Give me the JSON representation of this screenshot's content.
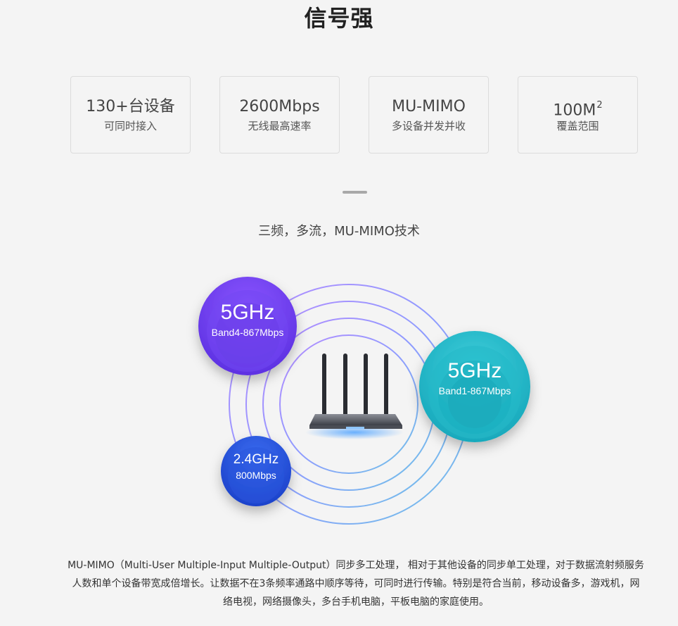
{
  "title": "信号强",
  "cards": [
    {
      "main": "130+台设备",
      "sub": "可同时接入"
    },
    {
      "main": "2600Mbps",
      "sub": "无线最高速率"
    },
    {
      "main": "MU-MIMO",
      "sub": "多设备并发并收"
    },
    {
      "main": "100M",
      "sup": "2",
      "sub": "覆盖范围"
    }
  ],
  "subtitle": "三频，多流，MU-MIMO技术",
  "bands": {
    "band4": {
      "freq": "5GHz",
      "label": "Band4-867Mbps"
    },
    "band1": {
      "freq": "5GHz",
      "label": "Band1-867Mbps"
    },
    "band24": {
      "freq": "2.4GHz",
      "label": "800Mbps"
    }
  },
  "description": "MU-MIMO（Multi-User Multiple-Input Multiple-Output）同步多工处理， 相对于其他设备的同步单工处理，对于数据流射频服务人数和单个设备带宽成倍增长。让数据不在3条频率通路中顺序等待，可同时进行传输。特别是符合当前，移动设备多，游戏机，网络电视，网络摄像头，多台手机电脑，平板电脑的家庭使用。",
  "colors": {
    "purple": "#6a3df0",
    "cyan": "#1fb6c6",
    "blue": "#2250d8",
    "ring": "#9aa0f0"
  }
}
